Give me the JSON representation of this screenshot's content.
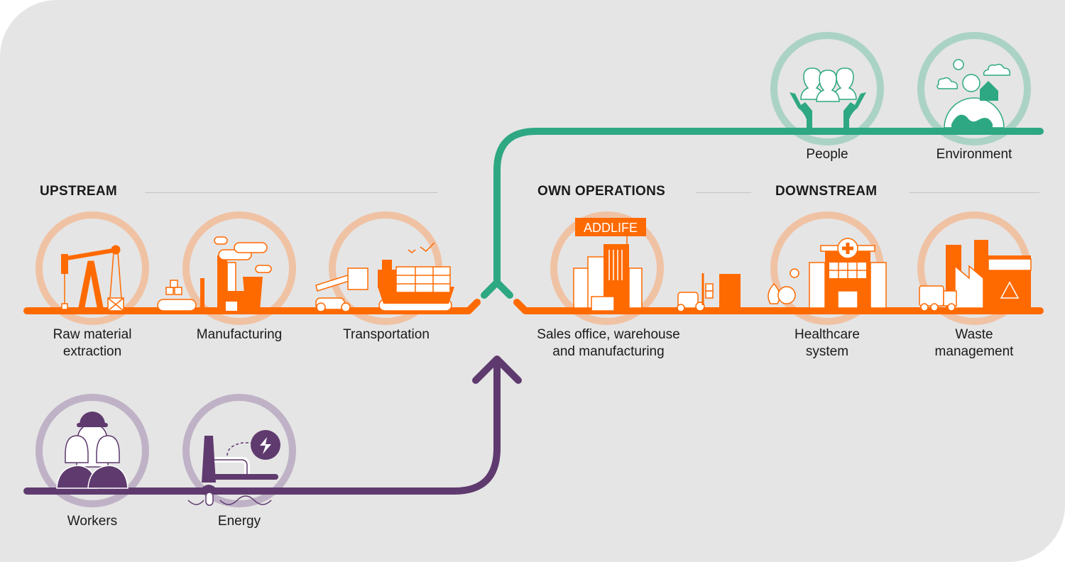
{
  "colors": {
    "background": "#e5e5e5",
    "orange": "#ff6a00",
    "orange_ring": "#f0c2a4",
    "green": "#2ea882",
    "green_ring": "#abd3c5",
    "purple": "#5f3a6e",
    "purple_ring": "#bfb2c6",
    "rule": "#c4c4c4",
    "text": "#1a1a1a"
  },
  "sections": {
    "upstream": "UPSTREAM",
    "own_operations": "OWN OPERATIONS",
    "downstream": "DOWNSTREAM"
  },
  "value_chain": [
    {
      "id": "raw-material-extraction",
      "label": "Raw material\nextraction",
      "icon": "oil-pump-icon",
      "stage": "upstream"
    },
    {
      "id": "manufacturing",
      "label": "Manufacturing",
      "icon": "factory-icon",
      "stage": "upstream"
    },
    {
      "id": "transportation",
      "label": "Transportation",
      "icon": "cargo-ship-icon",
      "stage": "upstream"
    },
    {
      "id": "sales-office",
      "label": "Sales office, warehouse\nand manufacturing",
      "icon": "office-building-icon",
      "stage": "own_operations",
      "sign": "ADDLIFE"
    },
    {
      "id": "healthcare-system",
      "label": "Healthcare\nsystem",
      "icon": "hospital-icon",
      "stage": "downstream"
    },
    {
      "id": "waste-management",
      "label": "Waste\nmanagement",
      "icon": "recycling-plant-icon",
      "stage": "downstream"
    }
  ],
  "impacts_out": [
    {
      "id": "people",
      "label": "People",
      "icon": "people-hands-icon"
    },
    {
      "id": "environment",
      "label": "Environment",
      "icon": "earth-house-icon"
    }
  ],
  "inputs_in": [
    {
      "id": "workers",
      "label": "Workers",
      "icon": "workers-icon"
    },
    {
      "id": "energy",
      "label": "Energy",
      "icon": "power-plant-icon"
    }
  ]
}
